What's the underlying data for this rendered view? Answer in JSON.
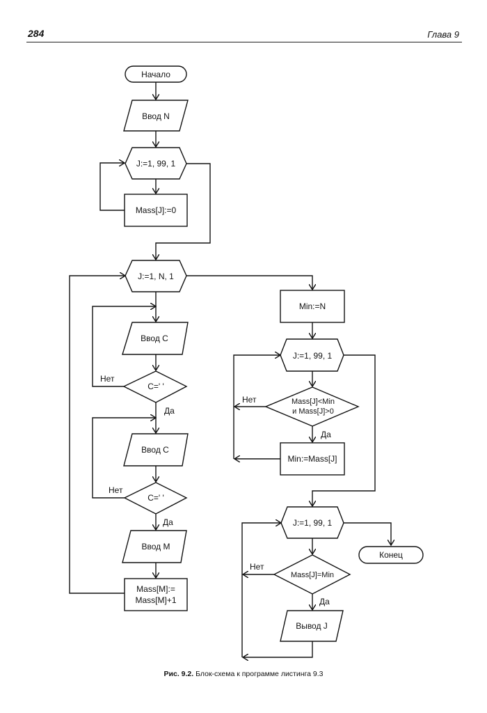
{
  "header": {
    "page_number": "284",
    "chapter": "Глава 9"
  },
  "flowchart": {
    "start": "Начало",
    "input_n": "Ввод N",
    "loop1": "J:=1, 99, 1",
    "assign_zero": "Mass[J]:=0",
    "loop2": "J:=1, N, 1",
    "input_c1": "Ввод C",
    "cond_c1": "C=' '",
    "input_c2": "Ввод C",
    "cond_c2": "C=' '",
    "input_m": "Ввод M",
    "increment_line1": "Mass[M]:=",
    "increment_line2": "Mass[M]+1",
    "min_init": "Min:=N",
    "loop3": "J:=1, 99, 1",
    "cond_min_line1": "Mass[J]<Min",
    "cond_min_line2": "и Mass[J]>0",
    "min_assign": "Min:=Mass[J]",
    "loop4": "J:=1, 99, 1",
    "end": "Конец",
    "cond_eq": "Mass[J]=Min",
    "output_j": "Вывод J",
    "labels": {
      "no": "Нет",
      "yes": "Да"
    }
  },
  "caption": {
    "prefix": "Рис. 9.2.",
    "text": " Блок-схема к программе листинга 9.3"
  }
}
